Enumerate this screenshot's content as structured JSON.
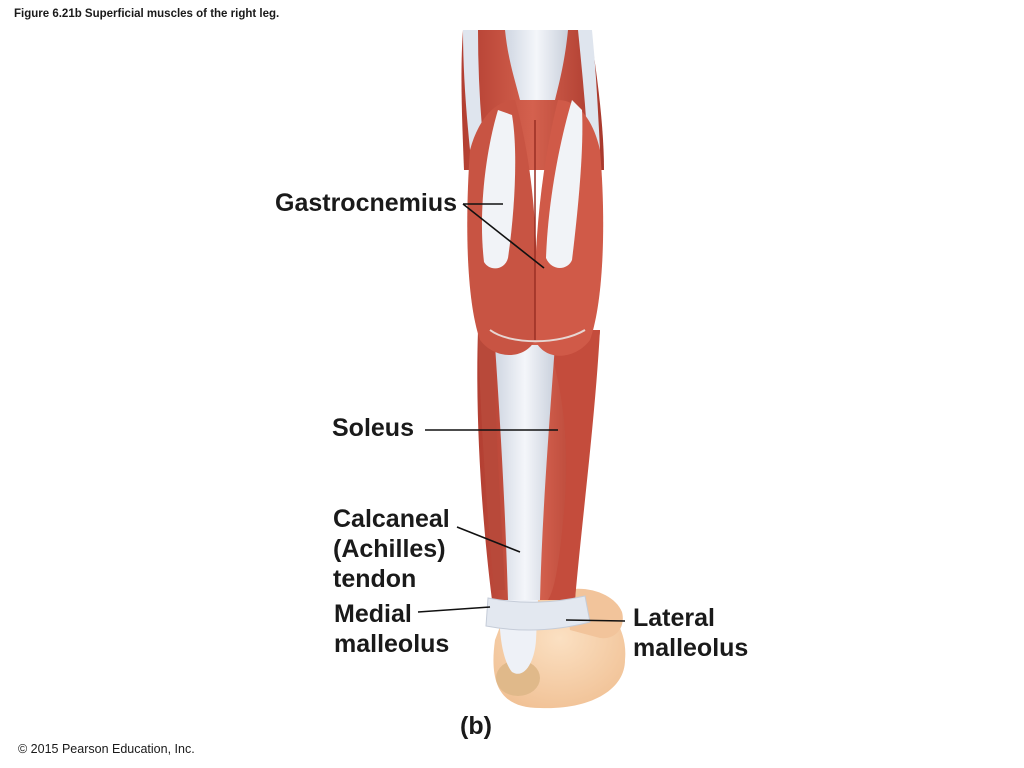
{
  "caption": "Figure 6.21b Superficial muscles of the right leg.",
  "labels": {
    "gastrocnemius": "Gastrocnemius",
    "soleus": "Soleus",
    "calcaneal_line1": "Calcaneal",
    "calcaneal_line2": "(Achilles)",
    "calcaneal_line3": "tendon",
    "medial_line1": "Medial",
    "medial_line2": "malleolus",
    "lateral_line1": "Lateral",
    "lateral_line2": "malleolus"
  },
  "panel_letter": "(b)",
  "copyright": "© 2015 Pearson Education, Inc.",
  "colors": {
    "muscle": "#c8503f",
    "muscle_dark": "#a8382c",
    "tendon": "#e9edf4",
    "skin": "#f6cfa8",
    "leader": "#111111"
  }
}
